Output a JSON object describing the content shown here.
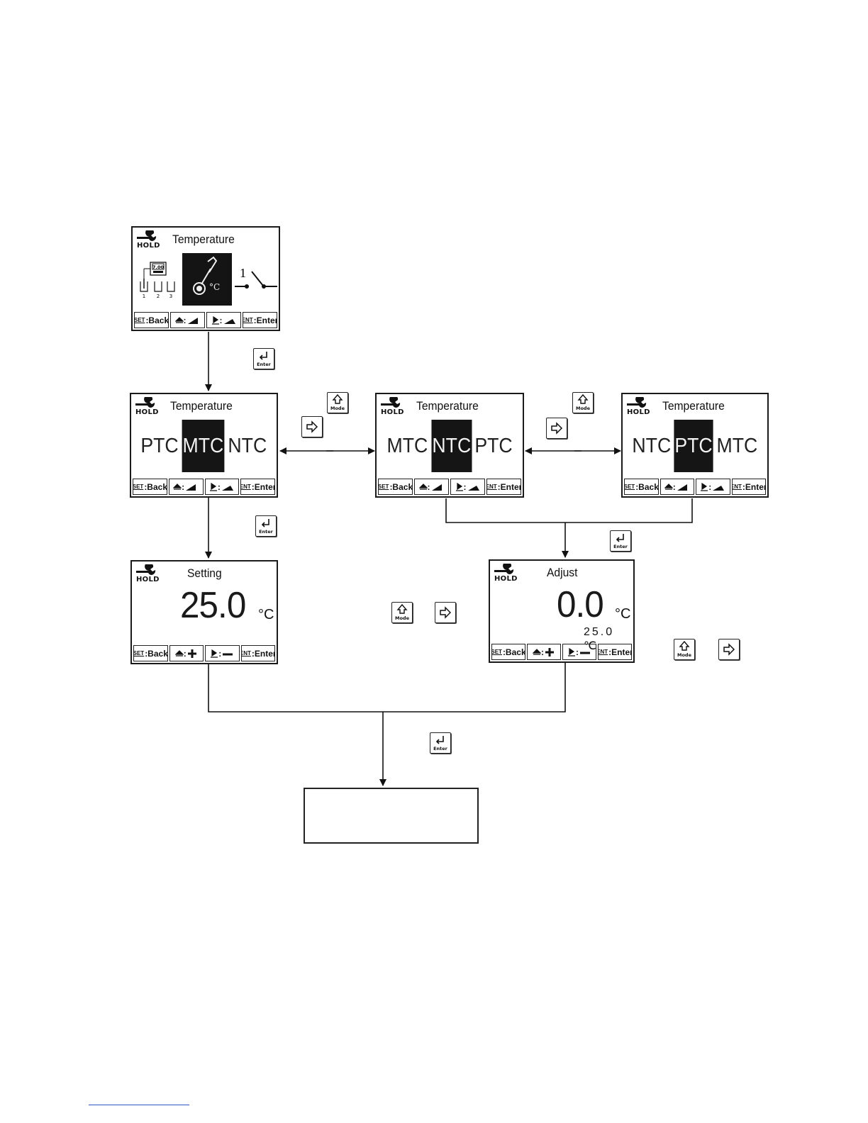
{
  "screens": {
    "intro": {
      "title": "Temperature",
      "hold": "HOLD",
      "thermo_unit": "°C",
      "mini_display": "7.00",
      "beaker_numbers": [
        "1",
        "2",
        "3"
      ],
      "switch_number": "1",
      "softkeys": [
        {
          "tag": "SET",
          "text": ":Back"
        },
        {
          "tag": "",
          "text": ":"
        },
        {
          "tag": "",
          "text": ":"
        },
        {
          "tag": "ENT",
          "text": ":Enter"
        }
      ]
    },
    "select_mtc": {
      "title": "Temperature",
      "hold": "HOLD",
      "options": [
        "PTC",
        "MTC",
        "NTC"
      ],
      "selected_index": 1,
      "softkeys": [
        {
          "tag": "SET",
          "text": ":Back"
        },
        {
          "tag": "",
          "text": ":"
        },
        {
          "tag": "",
          "text": ":"
        },
        {
          "tag": "ENT",
          "text": ":Enter"
        }
      ]
    },
    "select_ntc": {
      "title": "Temperature",
      "hold": "HOLD",
      "options": [
        "MTC",
        "NTC",
        "PTC"
      ],
      "selected_index": 1,
      "softkeys": [
        {
          "tag": "SET",
          "text": ":Back"
        },
        {
          "tag": "",
          "text": ":"
        },
        {
          "tag": "",
          "text": ":"
        },
        {
          "tag": "ENT",
          "text": ":Enter"
        }
      ]
    },
    "select_ptc": {
      "title": "Temperature",
      "hold": "HOLD",
      "options": [
        "NTC",
        "PTC",
        "MTC"
      ],
      "selected_index": 1,
      "softkeys": [
        {
          "tag": "SET",
          "text": ":Back"
        },
        {
          "tag": "",
          "text": ":"
        },
        {
          "tag": "",
          "text": ":"
        },
        {
          "tag": "ENT",
          "text": ":Enter"
        }
      ]
    },
    "setting": {
      "title": "Setting",
      "hold": "HOLD",
      "value": "25.0",
      "unit": "°C",
      "softkeys": [
        {
          "tag": "SET",
          "text": ":Back"
        },
        {
          "tag": "",
          "text": ":"
        },
        {
          "tag": "",
          "text": ":"
        },
        {
          "tag": "ENT",
          "text": ":Enter"
        }
      ]
    },
    "adjust": {
      "title": "Adjust",
      "hold": "HOLD",
      "value": "0.0",
      "unit": "°C",
      "reference": "25.0 ℃",
      "softkeys": [
        {
          "tag": "SET",
          "text": ":Back"
        },
        {
          "tag": "",
          "text": ":"
        },
        {
          "tag": "",
          "text": ":"
        },
        {
          "tag": "ENT",
          "text": ":Enter"
        }
      ]
    }
  },
  "keys": {
    "enter_label": "Enter",
    "mode_label": "Mode"
  },
  "final_box": ""
}
